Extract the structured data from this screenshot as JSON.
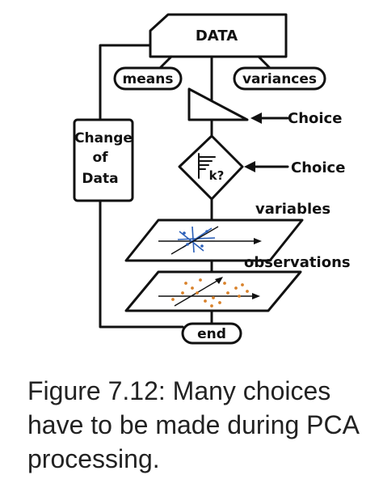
{
  "diagram": {
    "data_box": "DATA",
    "means": "means",
    "variances": "variances",
    "choice_1": "Choice",
    "choice_2": "Choice",
    "change_line1": "Change",
    "change_line2": "of",
    "change_line3": "Data",
    "k_label": "k?",
    "variables": "variables",
    "observations": "observations",
    "end": "end"
  },
  "caption": {
    "text": "Figure 7.12: Many choices have to be made during PCA processing."
  },
  "colors": {
    "ink": "#111111",
    "variables_points": "#2b5fb8",
    "observations_points": "#d9822b"
  }
}
